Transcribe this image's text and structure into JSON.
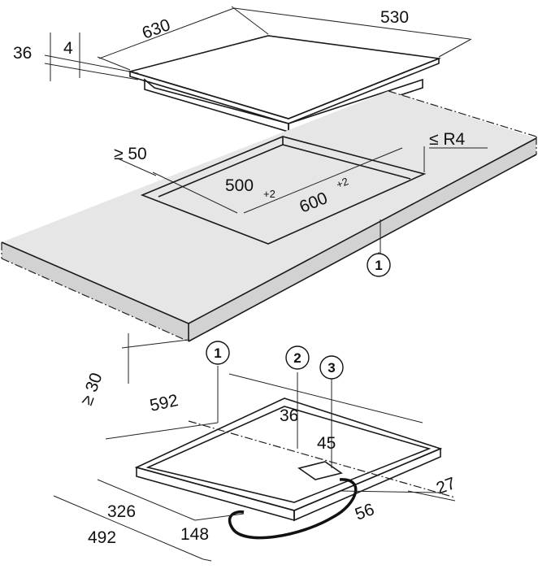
{
  "colors": {
    "countertop": "#e6e6e6",
    "countertop_side": "#d2d2d2",
    "glass_dark": "#3c3c3c",
    "glass_light": "#9a9a9a",
    "hob_body": "#e9e9e9",
    "outline": "#1a1a1a"
  },
  "top_hob": {
    "width": "630",
    "depth": "530",
    "total_height": "36",
    "glass_height": "4"
  },
  "cutout": {
    "min_edge_distance": "≥ 50",
    "corner_radius": "≤ R4",
    "width": "500",
    "width_tolerance": "+2",
    "depth": "600",
    "depth_tolerance": "+2"
  },
  "worktop": {
    "min_thickness": "≥ 30"
  },
  "bottom_view": {
    "width": "592",
    "depth_to_terminal": "36",
    "terminal_offset": "45",
    "depth_27": "27",
    "depth_56": "56",
    "cable_326": "326",
    "cable_148": "148",
    "cable_492": "492"
  },
  "callouts": [
    "1",
    "1",
    "2",
    "3"
  ]
}
